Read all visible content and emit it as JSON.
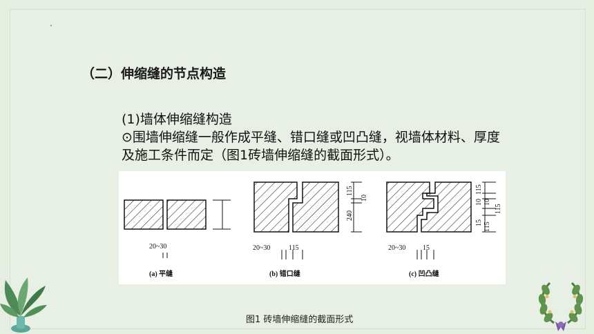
{
  "heading": "（二）伸缩缝的节点构造",
  "body": {
    "subheading": "(1)墙体伸缩缝构造",
    "line1": "⊙围墙伸缩缝一般作成平缝、错口缝或凹凸缝，视墙体材料、厚度",
    "line2": "及施工条件而定（图1砖墙伸缩缝的截面形式）。"
  },
  "figure": {
    "panel_a": {
      "label": "(a) 平缝",
      "dim": "20~30"
    },
    "panel_b": {
      "label": "(b) 错口缝",
      "dim_joint": "20~30",
      "dim_offset": "115",
      "dim_v_top": "115",
      "dim_v_mid": "10",
      "dim_v_total": "240"
    },
    "panel_c": {
      "label": "(c) 凹凸缝",
      "dim_joint": "20~30",
      "dim_offset": "15",
      "dim_v1": "115",
      "dim_v2": "10",
      "dim_v3": "10",
      "dim_v4": "115",
      "dim_v5": "15",
      "dim_v6": "115"
    }
  },
  "caption": "图1 砖墙伸缩缝的截面形式",
  "colors": {
    "background": "#e8efe4",
    "text": "#111111"
  },
  "icons": {
    "left": "green-leaf-plant-icon",
    "right": "laurel-wreath-icon"
  }
}
